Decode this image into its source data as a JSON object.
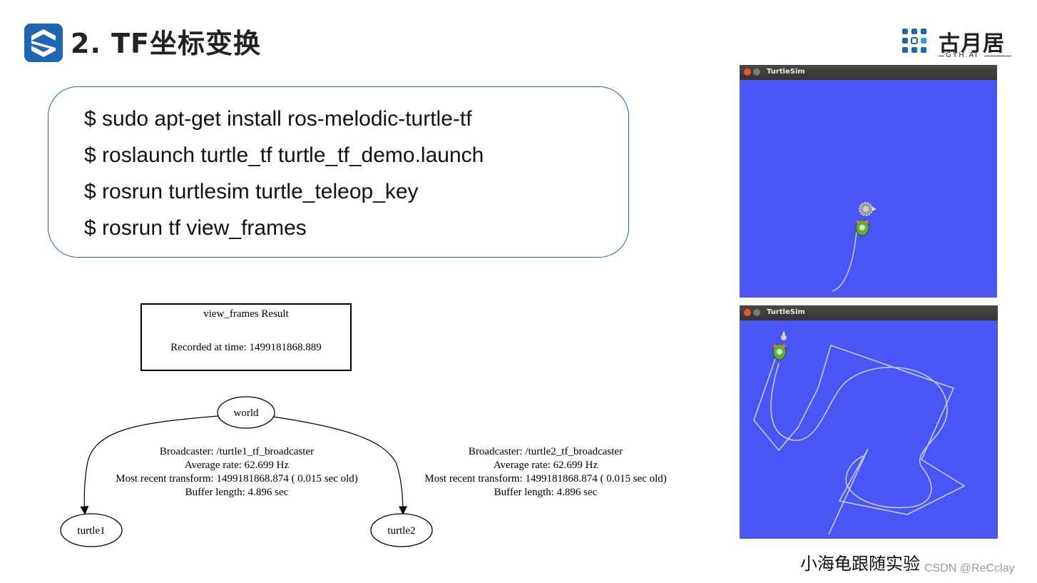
{
  "header": {
    "title": "2. TF坐标变换",
    "badge_icon": "s-logo-icon"
  },
  "brand": {
    "name": "古月居",
    "sub": "GYH.AI",
    "icon": "gyh-logo-icon",
    "color": "#1d66b3"
  },
  "commands": [
    "$ sudo apt-get install ros-melodic-turtle-tf",
    "$ roslaunch turtle_tf turtle_tf_demo.launch",
    "$ rosrun turtlesim turtle_teleop_key",
    "$ rosrun tf view_frames"
  ],
  "frames_graph": {
    "result_title": "view_frames Result",
    "recorded": "Recorded at time: 1499181868.889",
    "nodes": {
      "world": "world",
      "turtle1": "turtle1",
      "turtle2": "turtle2"
    },
    "edge1": {
      "broadcaster": "Broadcaster: /turtle1_tf_broadcaster",
      "rate": "Average rate: 62.699 Hz",
      "recent": "Most recent transform: 1499181868.874 ( 0.015 sec old)",
      "buffer": "Buffer length: 4.896 sec"
    },
    "edge2": {
      "broadcaster": "Broadcaster: /turtle2_tf_broadcaster",
      "rate": "Average rate: 62.699 Hz",
      "recent": "Most recent transform: 1499181868.874 ( 0.015 sec old)",
      "buffer": "Buffer length: 4.896 sec"
    }
  },
  "turtlesim": {
    "window_title": "TurtleSim",
    "background": "#4a55f5"
  },
  "caption": "小海龟跟随实验",
  "watermark": "CSDN @ReCclay"
}
